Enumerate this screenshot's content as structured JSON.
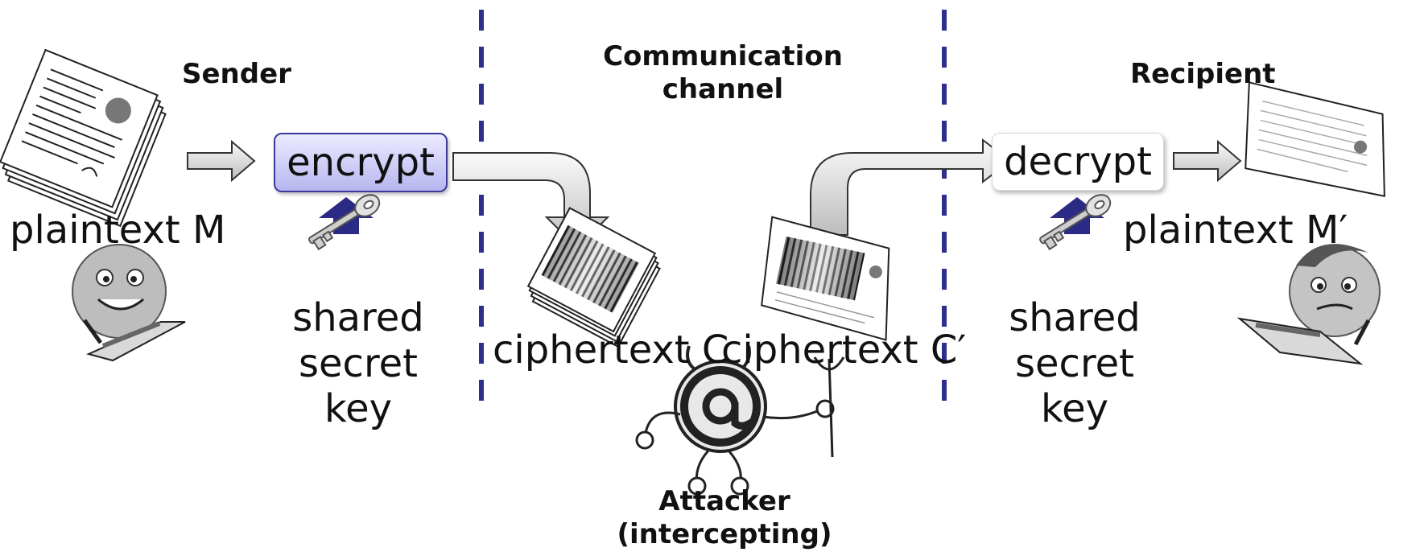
{
  "labels": {
    "sender": "Sender",
    "channel_line1": "Communication",
    "channel_line2": "channel",
    "recipient": "Recipient",
    "plaintext_in": "plaintext M",
    "plaintext_out": "plaintext M′",
    "ciphertext_c": "ciphertext C",
    "ciphertext_c_prime": "ciphertext C′",
    "attacker_line1": "Attacker",
    "attacker_line2": "(intercepting)"
  },
  "boxes": {
    "encrypt": "encrypt",
    "decrypt": "decrypt"
  },
  "keys": {
    "sender_key": [
      "shared",
      "secret",
      "key"
    ],
    "recipient_key": [
      "shared",
      "secret",
      "key"
    ]
  },
  "colors": {
    "divider": "#2e2e8f",
    "up_arrow": "#2b2b86",
    "encrypt_fill": "#c9c8f5"
  }
}
